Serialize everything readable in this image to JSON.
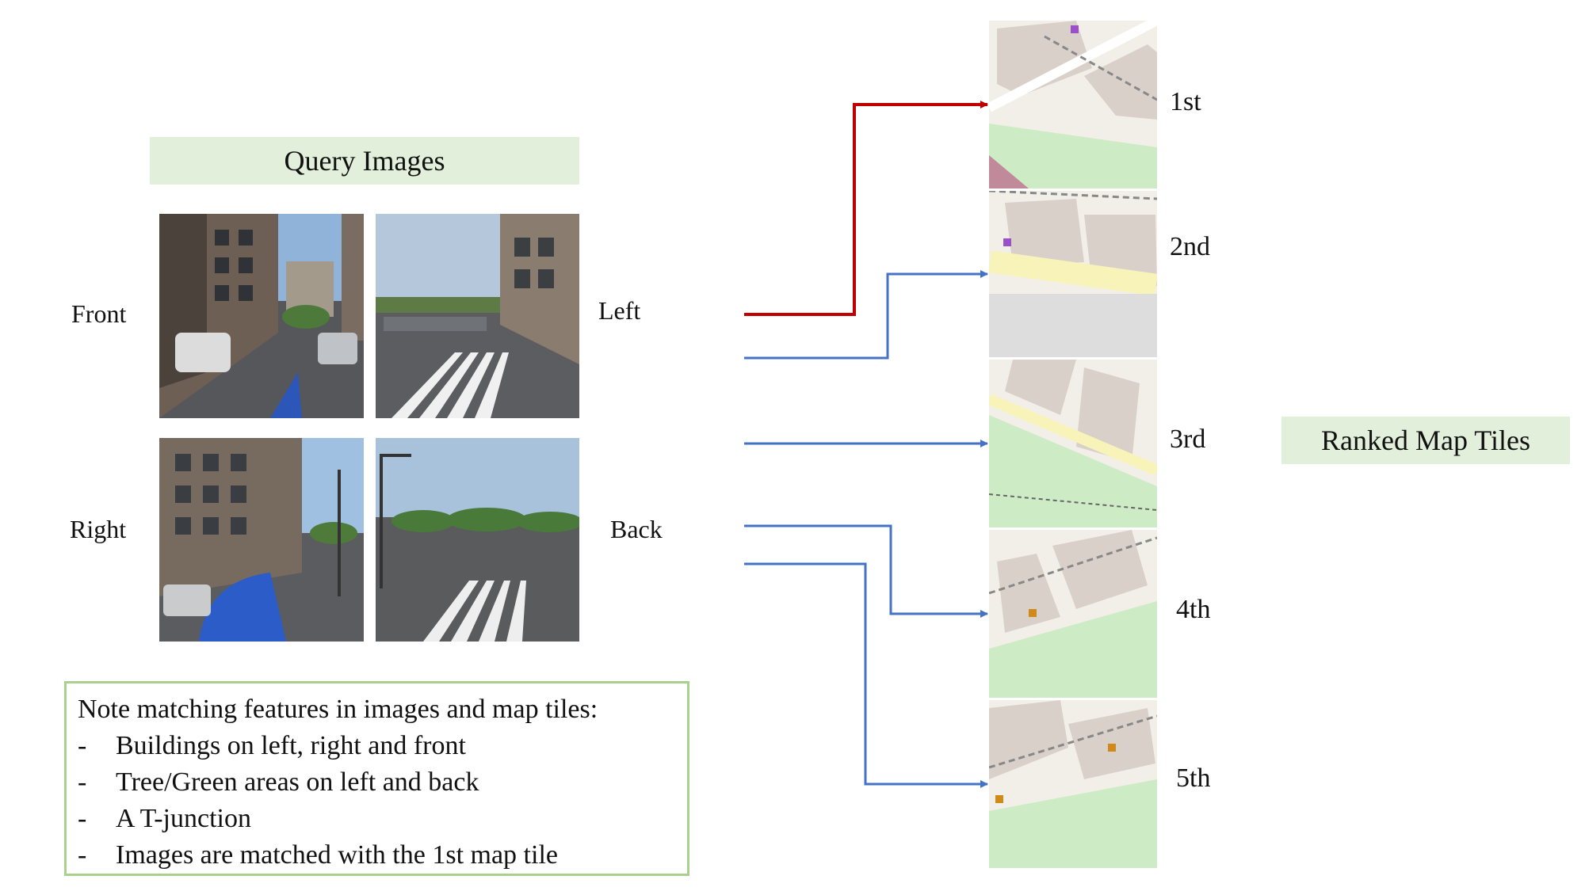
{
  "query_title": "Query Images",
  "ranked_title": "Ranked Map Tiles",
  "views": [
    {
      "label": "Front",
      "icon": "street-view-front"
    },
    {
      "label": "Left",
      "icon": "street-view-left"
    },
    {
      "label": "Right",
      "icon": "street-view-right"
    },
    {
      "label": "Back",
      "icon": "street-view-back"
    }
  ],
  "ranks": [
    "1st",
    "2nd",
    "3rd",
    "4th",
    "5th"
  ],
  "note": {
    "heading": "Note matching features in images and map tiles:",
    "bullet": "-",
    "items": [
      "Buildings on left, right and front",
      "Tree/Green areas on left and back",
      "A T-junction",
      "Images are matched with the 1st map tile"
    ]
  },
  "colors": {
    "match_arrow": "#c00000",
    "other_arrow": "#4472c4",
    "banner_bg": "#e2efda",
    "note_border": "#a9d18e",
    "map_green": "#cdebc5",
    "map_building": "#d9d0c9",
    "map_road": "#ffffff"
  }
}
